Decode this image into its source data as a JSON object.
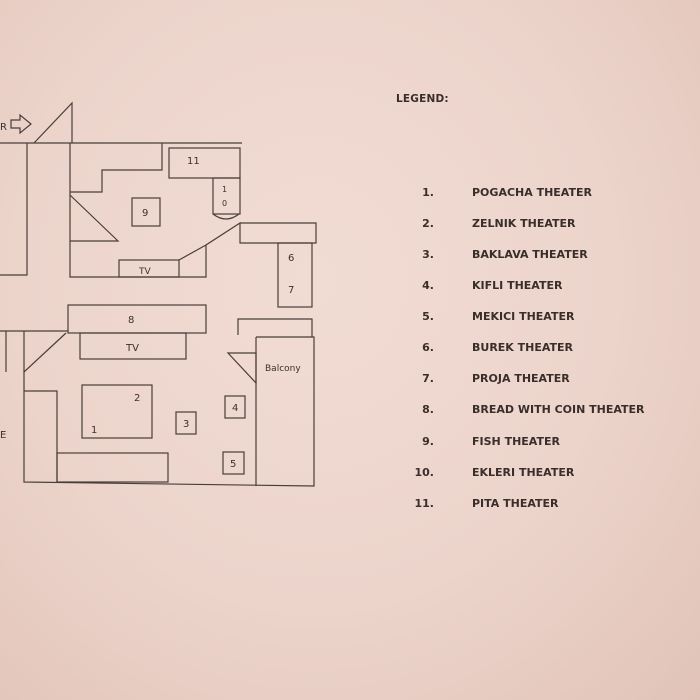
{
  "floorplan": {
    "partial_text_left": "R",
    "partial_text_bottom_left": "E",
    "rooms": [
      {
        "number": "1"
      },
      {
        "number": "2"
      },
      {
        "number": "3"
      },
      {
        "number": "4"
      },
      {
        "number": "5"
      },
      {
        "number": "6"
      },
      {
        "number": "7"
      },
      {
        "number": "8"
      },
      {
        "number": "9"
      },
      {
        "number": "1"
      },
      {
        "number": "0"
      },
      {
        "number": "11"
      }
    ],
    "tv_upper": "TV",
    "tv_lower": "TV",
    "balcony": "Balcony"
  },
  "legend": {
    "title": "LEGEND:",
    "items": [
      {
        "num": "1.",
        "name": "POGACHA THEATER"
      },
      {
        "num": "2.",
        "name": "ZELNIK THEATER"
      },
      {
        "num": "3.",
        "name": "BAKLAVA THEATER"
      },
      {
        "num": "4.",
        "name": "KIFLI THEATER"
      },
      {
        "num": "5.",
        "name": "MEKICI THEATER"
      },
      {
        "num": "6.",
        "name": "BUREK THEATER"
      },
      {
        "num": "7.",
        "name": "PROJA THEATER"
      },
      {
        "num": "8.",
        "name": "BREAD WITH COIN THEATER"
      },
      {
        "num": "9.",
        "name": "FISH THEATER"
      },
      {
        "num": "10.",
        "name": "EKLERI THEATER"
      },
      {
        "num": "11.",
        "name": "PITA THEATER"
      }
    ]
  }
}
